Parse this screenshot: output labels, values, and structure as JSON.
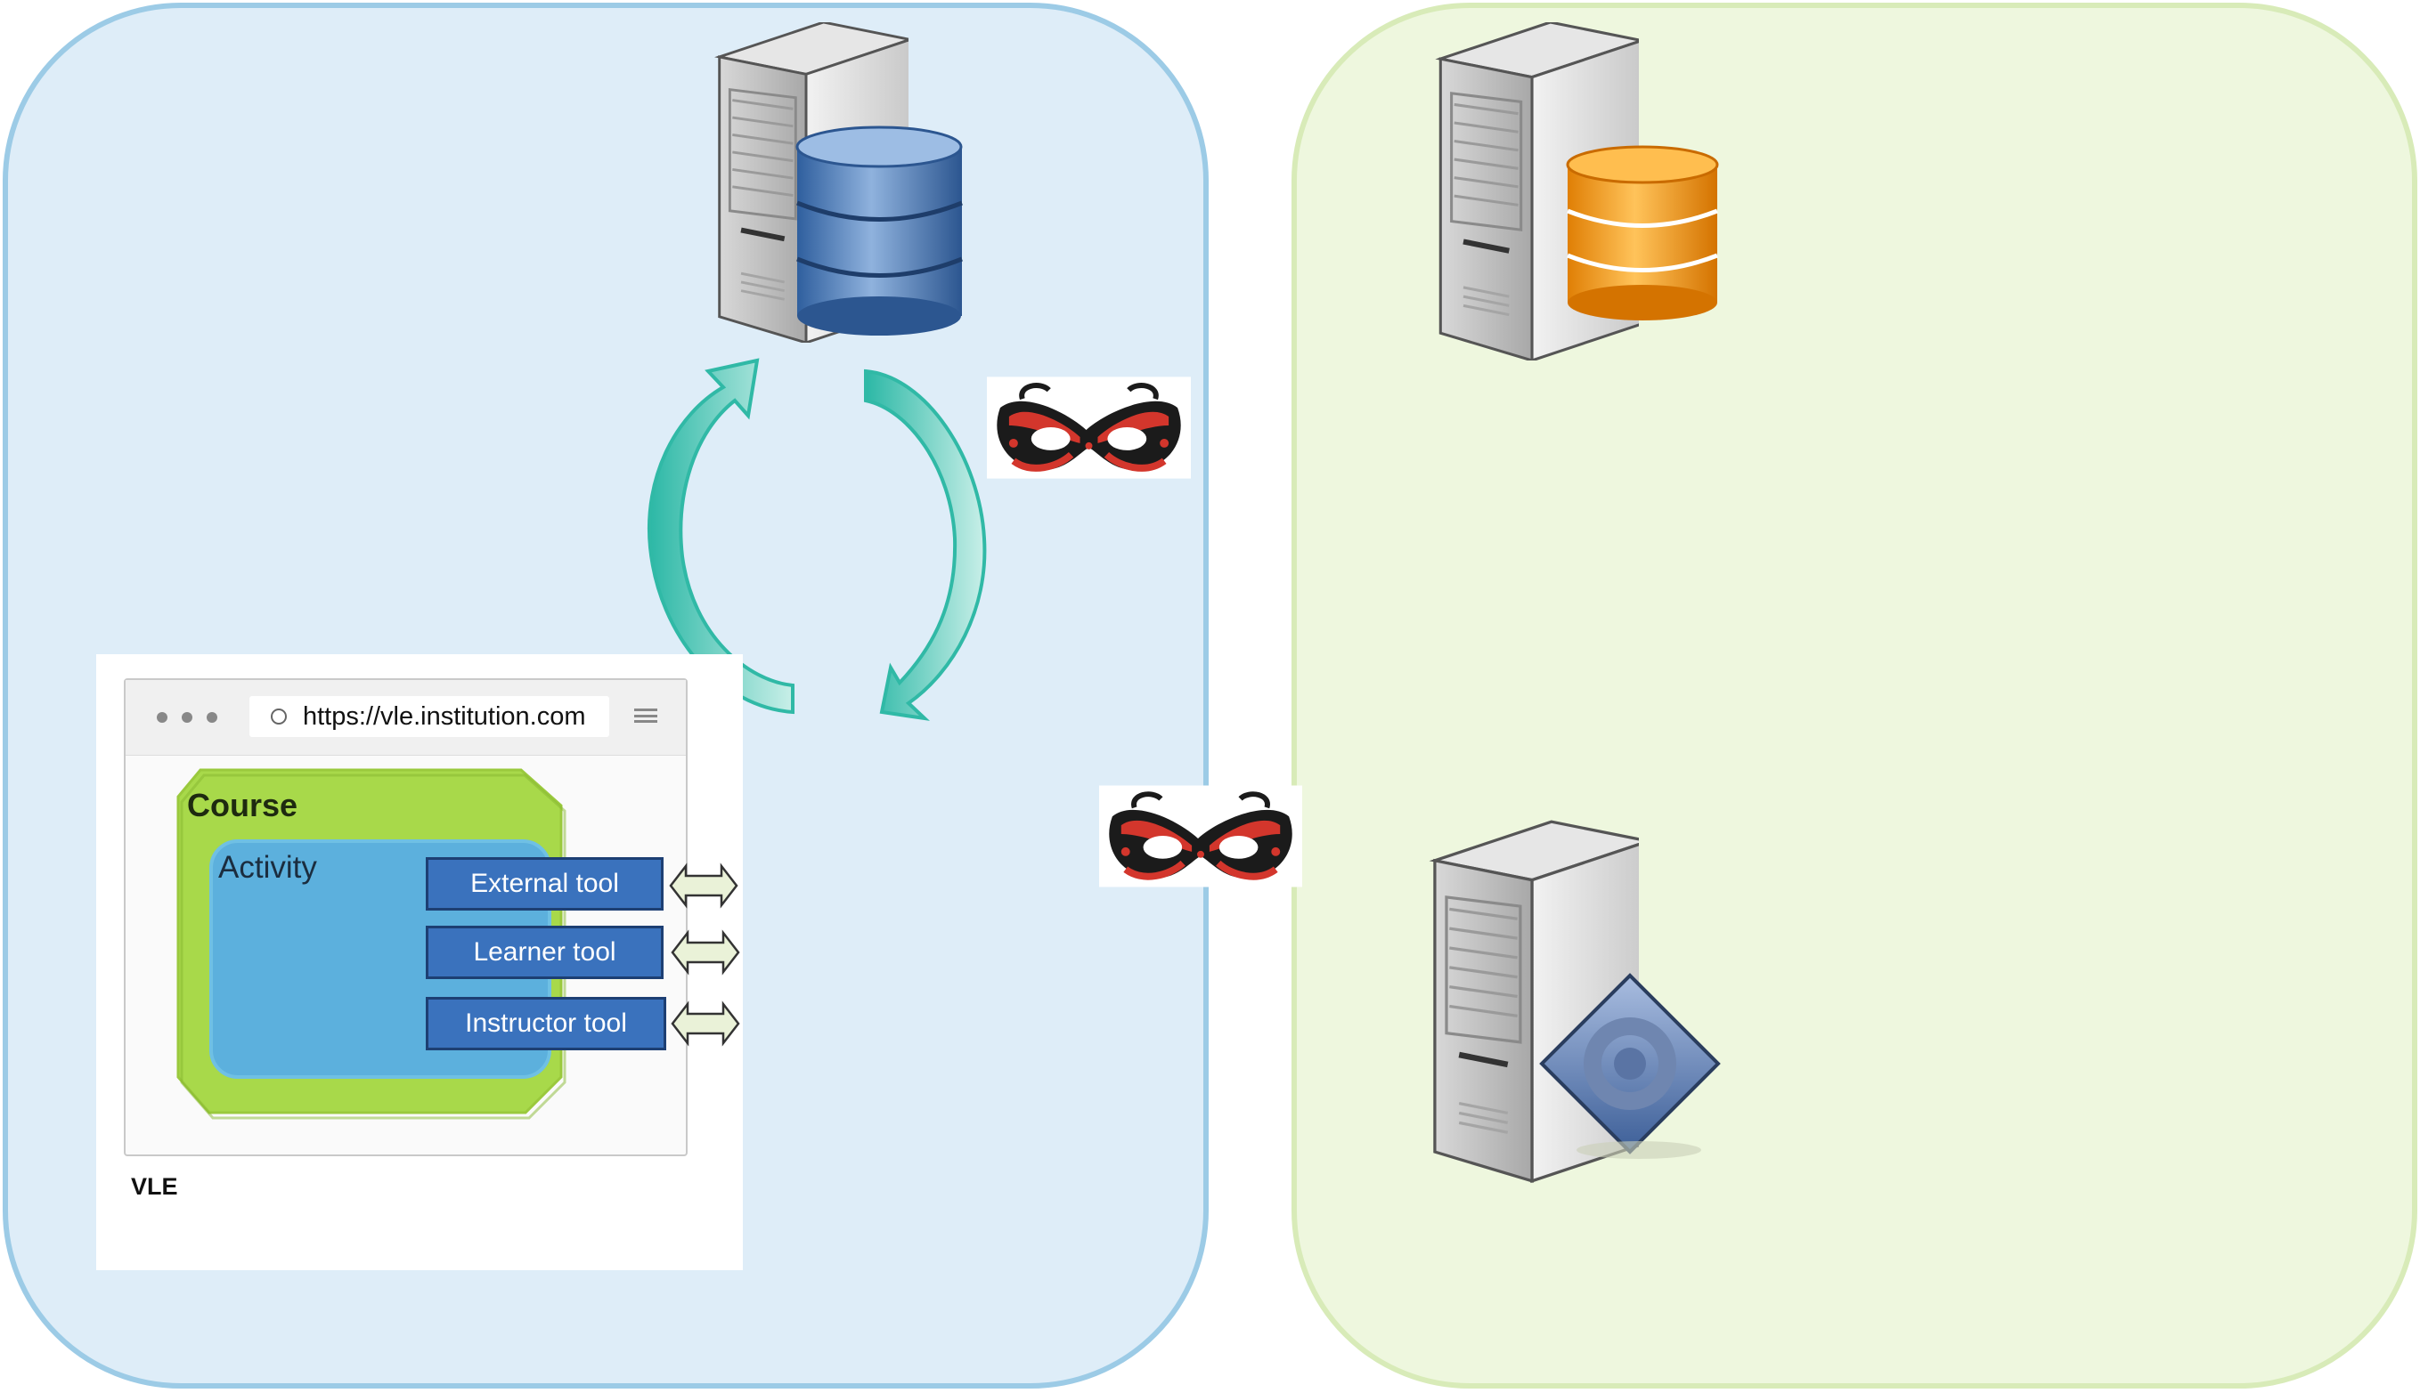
{
  "browser": {
    "url": "https://vle.institution.com"
  },
  "course": {
    "label": "Course",
    "activity": {
      "label": "Activity",
      "tools": [
        {
          "label": "External tool"
        },
        {
          "label": "Learner tool"
        },
        {
          "label": "Instructor tool"
        }
      ]
    }
  },
  "vle_label": "VLE",
  "colors": {
    "left_zone_fill": "#deedf8",
    "left_zone_border": "#9ccbe6",
    "right_zone_fill": "#eef7de",
    "right_zone_border": "#d8ebb8",
    "cycle_arrow": "#3cbfae",
    "course_box": "#a8d94a",
    "activity_box": "#5cb0dd",
    "tool_button": "#3a72bd",
    "database_blue": "#4d79b4",
    "database_orange": "#f19a1a"
  },
  "icons": [
    "server-database-blue-icon",
    "server-database-orange-icon",
    "server-application-gear-icon",
    "masquerade-mask-icon",
    "cycle-arrows-icon",
    "double-arrow-icon"
  ]
}
